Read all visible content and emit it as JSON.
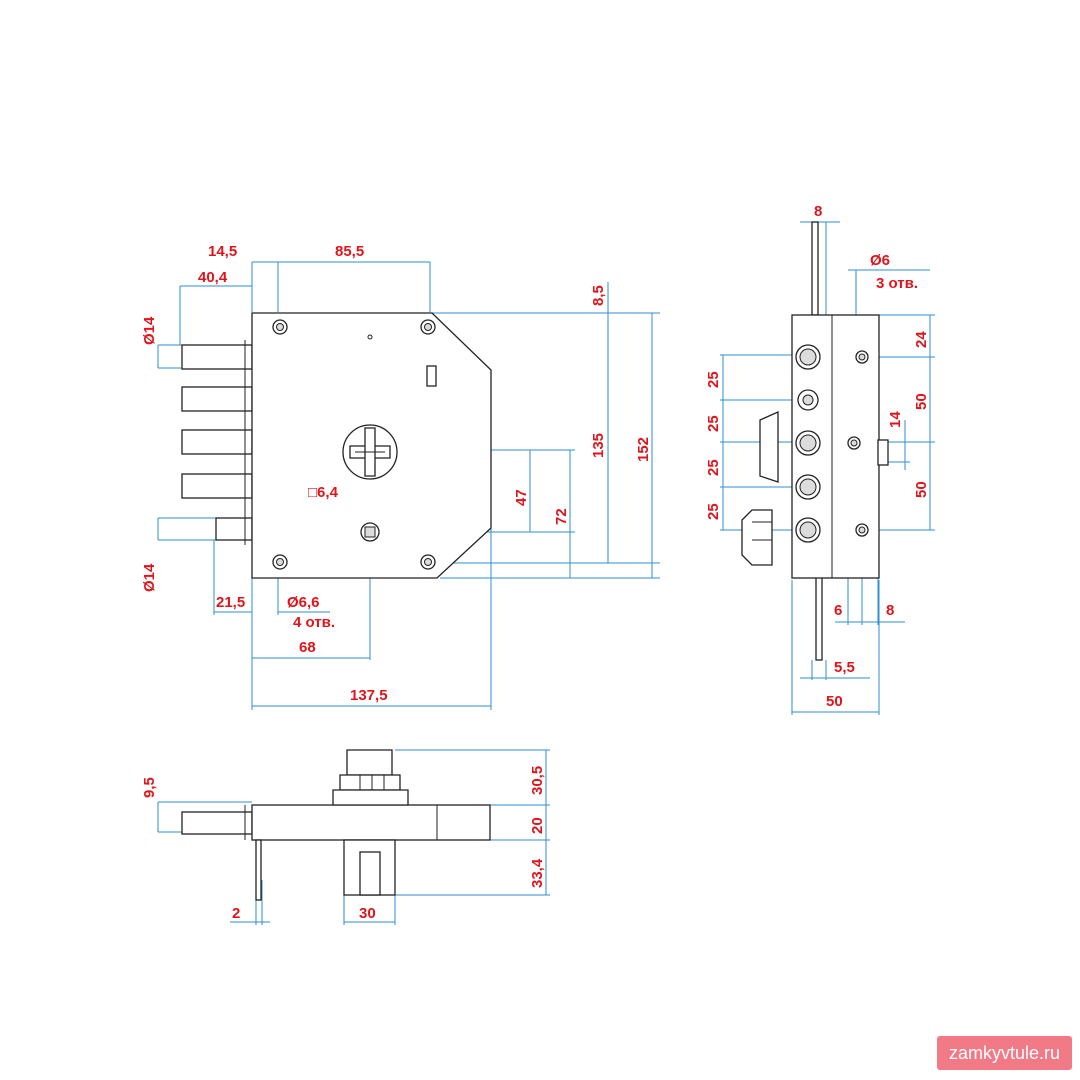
{
  "colors": {
    "dimension_text": "#e0141b",
    "dimension_line": "#2f8fd0",
    "outline": "#222222",
    "watermark_bg": "#f27a86"
  },
  "front_view": {
    "dim_14_5": "14,5",
    "dim_85_5": "85,5",
    "dim_40_4": "40,4",
    "dim_8_5": "8,5",
    "dia_14_top": "Ø14",
    "dia_14_bottom": "Ø14",
    "dim_135": "135",
    "dim_152": "152",
    "dim_47": "47",
    "dim_72": "72",
    "square_6_4": "□6,4",
    "dim_21_5": "21,5",
    "dia_6_6": "Ø6,6",
    "holes_4": "4 отв.",
    "dim_68": "68",
    "dim_137_5": "137,5"
  },
  "side_view": {
    "dim_8_top": "8",
    "dia_6": "Ø6",
    "holes_3": "3 отв.",
    "dim_24": "24",
    "dim_25_a": "25",
    "dim_25_b": "25",
    "dim_25_c": "25",
    "dim_25_d": "25",
    "dim_14": "14",
    "dim_50_a": "50",
    "dim_50_b": "50",
    "dim_6": "6",
    "dim_8_bottom": "8",
    "dim_5_5": "5,5",
    "dim_50_width": "50"
  },
  "bottom_view": {
    "dim_9_5": "9,5",
    "dim_30_5": "30,5",
    "dim_20": "20",
    "dim_33_4": "33,4",
    "dim_2": "2",
    "dim_30": "30"
  },
  "watermark": "zamkyvtule.ru"
}
